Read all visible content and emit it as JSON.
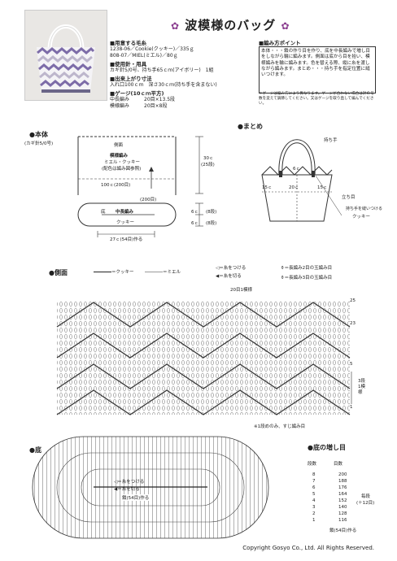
{
  "title": "波模様のバッグ",
  "materials": {
    "heading": "■用意する毛糸",
    "line1": "1238-06／Cookie(クッキー)／335ｇ",
    "line2": "808-07／MIEL(ミエル)／80ｇ"
  },
  "tools": {
    "heading": "■使用針・用具",
    "line1": "カギ針5/0号、持ち手65ｃｍ(アイボリー)　1組"
  },
  "size": {
    "heading": "■出来上がり寸法",
    "line1": "入れ口100ｃｍ　深さ30ｃｍ(持ち手を含まない)"
  },
  "gauge": {
    "heading": "■ゲージ(10ｃｍ平方)",
    "row1_label": "中長編み",
    "row1_value": "20目×13.5段",
    "row2_label": "模様編み",
    "row2_value": "20目×8段"
  },
  "points": {
    "heading": "■編み方ポイント",
    "body": "本体・・・鎖の作り目を作り、底を中長編みで増し目をしながら輪に編みます。側面は底から目を拾い、模様編みを輪に編みます。色を替える際、縦に糸を渡しながら編みます。まとめ・・・持ち手を指定位置に縫いつけます。",
    "note": "＊ゲージは編み方により異なります。ゲージが合わない場合は針の号数を変えて調節してください。又はゲージを取り直して編んでください。"
  },
  "body_diagram": {
    "heading": "●本体",
    "hook": "(カギ針5/0号)",
    "side_label": "側面",
    "pattern_label": "模様編み",
    "yarn_label": "ミエル・クッキー",
    "color_note": "(配色は編み図参照)",
    "width_label": "100ｃ(200目)",
    "height_label": "30ｃ",
    "rows_label": "(25段)",
    "count_label": "(200目)",
    "bottom_label": "底",
    "bottom_stitch": "中長編み",
    "bottom_yarn": "クッキー",
    "base_label": "27ｃ(54目)作る",
    "dim1": "6ｃ",
    "dim1_rows": "(8段)",
    "dim2": "6ｃ",
    "dim2_rows": "(8段)"
  },
  "assembly": {
    "heading": "●まとめ",
    "handle": "持ち手",
    "six_c": "6ｃ",
    "left": "15ｃ",
    "center": "20ｃ",
    "right": "15ｃ",
    "middle_row": "立ち目",
    "attach_note": "持ち手を縫いつける",
    "attach_yarn": "クッキー"
  },
  "side_chart": {
    "heading": "●側面",
    "legend_cookie": "＝クッキー",
    "legend_miel": "＝ミエル",
    "legend_attach": "＝糸をつける",
    "legend_cut": "＝糸を切る",
    "legend_cluster2": "＝長編み2目の玉編み目",
    "legend_cluster3": "＝長編み3目の玉編み目",
    "repeat_label": "20目1模様",
    "row_25": "25",
    "row_23": "23",
    "row_5": "5",
    "row_1": "1",
    "repeat_rows": "3段1模様",
    "footnote": "※1段めのみ、すじ編み目"
  },
  "bottom_chart": {
    "heading": "●底",
    "start_label": "鎖(54目)作る"
  },
  "increase": {
    "heading": "●底の増し目",
    "col_rows": "段数",
    "col_stitches": "目数",
    "rows": [
      {
        "row": "8",
        "count": "200"
      },
      {
        "row": "7",
        "count": "188"
      },
      {
        "row": "6",
        "count": "176"
      },
      {
        "row": "5",
        "count": "164"
      },
      {
        "row": "4",
        "count": "152"
      },
      {
        "row": "3",
        "count": "140"
      },
      {
        "row": "2",
        "count": "128"
      },
      {
        "row": "1",
        "count": "116"
      }
    ],
    "side_note": "毎段",
    "side_note2": "(＋12目)",
    "start": "鎖(54目)作る"
  },
  "copyright": "Copyright Gosyo Co., Ltd. All Rights Reserved.",
  "colors": {
    "accent": "#8a3d8f",
    "line": "#333333",
    "bag_purple": "#7d6ca8"
  }
}
